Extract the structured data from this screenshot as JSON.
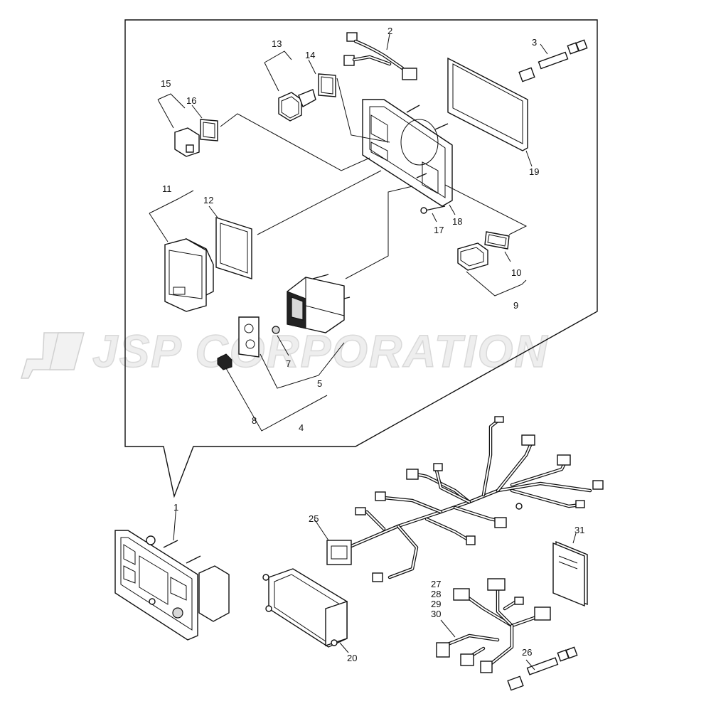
{
  "watermark": "JSP CORPORATION",
  "callouts": {
    "c1": "1",
    "c2": "2",
    "c3": "3",
    "c4": "4",
    "c5": "5",
    "c7": "7",
    "c8": "8",
    "c9": "9",
    "c10": "10",
    "c11": "11",
    "c12": "12",
    "c13": "13",
    "c14": "14",
    "c15": "15",
    "c16": "16",
    "c17": "17",
    "c18": "18",
    "c19": "19",
    "c20": "20",
    "c25": "25",
    "c26": "26",
    "c27": "27",
    "c28": "28",
    "c29": "29",
    "c30": "30",
    "c31": "31"
  }
}
